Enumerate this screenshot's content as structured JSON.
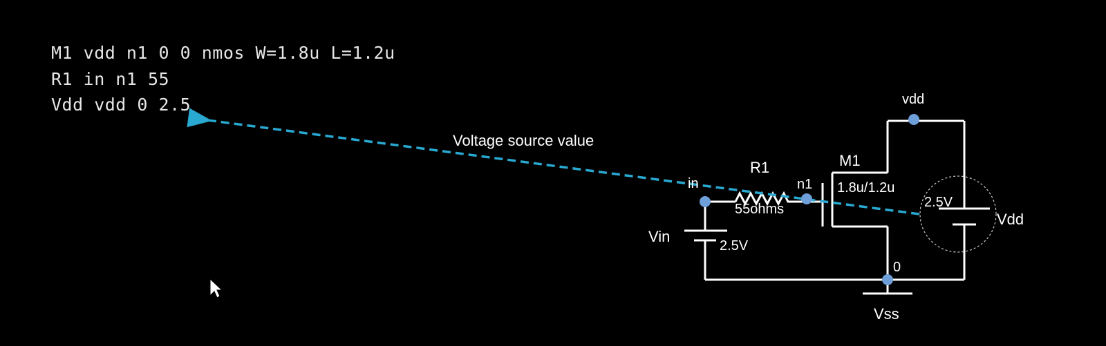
{
  "netlist": [
    "M1 vdd n1 0 0 nmos W=1.8u L=1.2u",
    "R1 in n1 55",
    "Vdd vdd 0 2.5"
  ],
  "annotation": {
    "text": "Voltage source value",
    "arrow_color": "#29a9d1"
  },
  "schematic": {
    "nodes": {
      "vdd": "vdd",
      "in": "in",
      "n1": "n1",
      "zero": "0"
    },
    "resistor": {
      "name": "R1",
      "value": "55ohms"
    },
    "transistor": {
      "name": "M1",
      "size": "1.8u/1.2u"
    },
    "vin_source": {
      "name": "Vin",
      "value": "2.5V"
    },
    "vdd_source": {
      "name": "Vdd",
      "value": "2.5V"
    },
    "ground": {
      "name": "Vss"
    },
    "wire_color": "#ffffff",
    "node_color": "#6f9fd8"
  },
  "cursor_icon": "arrow-cursor-icon"
}
